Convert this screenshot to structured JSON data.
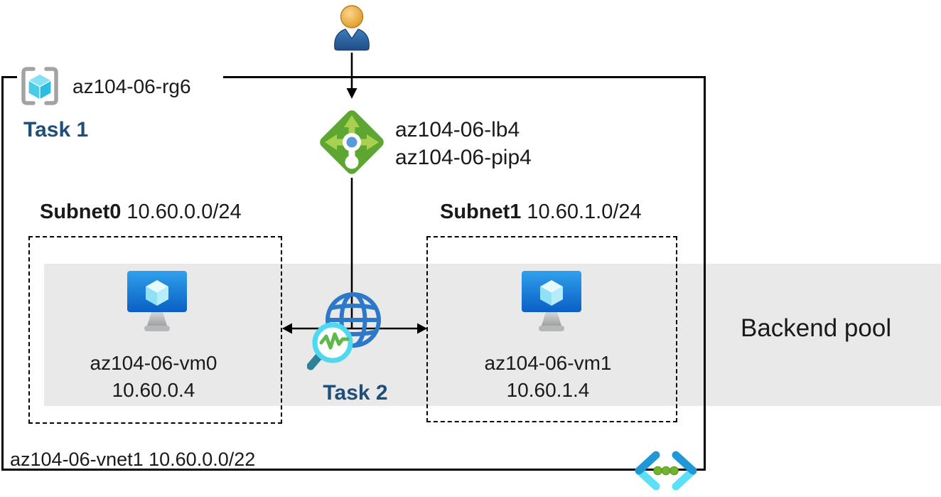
{
  "resource_group": {
    "label": "az104-06-rg6"
  },
  "tasks": {
    "task1": "Task 1",
    "task2": "Task 2"
  },
  "load_balancer": {
    "line1": "az104-06-lb4",
    "line2": "az104-06-pip4"
  },
  "subnets": [
    {
      "name": "Subnet0",
      "cidr": "10.60.0.0/24",
      "vm_name": "az104-06-vm0",
      "vm_ip": "10.60.0.4"
    },
    {
      "name": "Subnet1",
      "cidr": "10.60.1.0/24",
      "vm_name": "az104-06-vm1",
      "vm_ip": "10.60.1.4"
    }
  ],
  "backend_pool_label": "Backend pool",
  "vnet_label": "az104-06-vnet1 10.60.0.0/22",
  "icons": {
    "user": "user-icon",
    "resource_group": "resource-group-icon",
    "load_balancer": "load-balancer-icon",
    "virtual_machine": "vm-icon",
    "network_watcher": "network-watcher-globe-icon",
    "virtual_network": "virtual-network-icon",
    "connectors": "arrow-connector-lines"
  },
  "colors": {
    "task_text": "#1F4E79",
    "backend_pool_band": "#E9E9E9",
    "load_balancer_green": "#5DA632",
    "load_balancer_arrows": "#A9D050",
    "globe_blue": "#2E79C7",
    "magnifier_cyan": "#4FD8F0",
    "pulse_green": "#5FB94A",
    "vm_screen_blue": "#1178D4",
    "cube_cyan": "#49CBE9",
    "vnet_chevron_blue": "#2097D6",
    "vnet_chevron_cyan": "#5BE0F8",
    "vnet_dots_green": "#71B32C",
    "person_head": "#E2A23C",
    "person_body": "#2E6098",
    "text": "#1A1A1A"
  }
}
